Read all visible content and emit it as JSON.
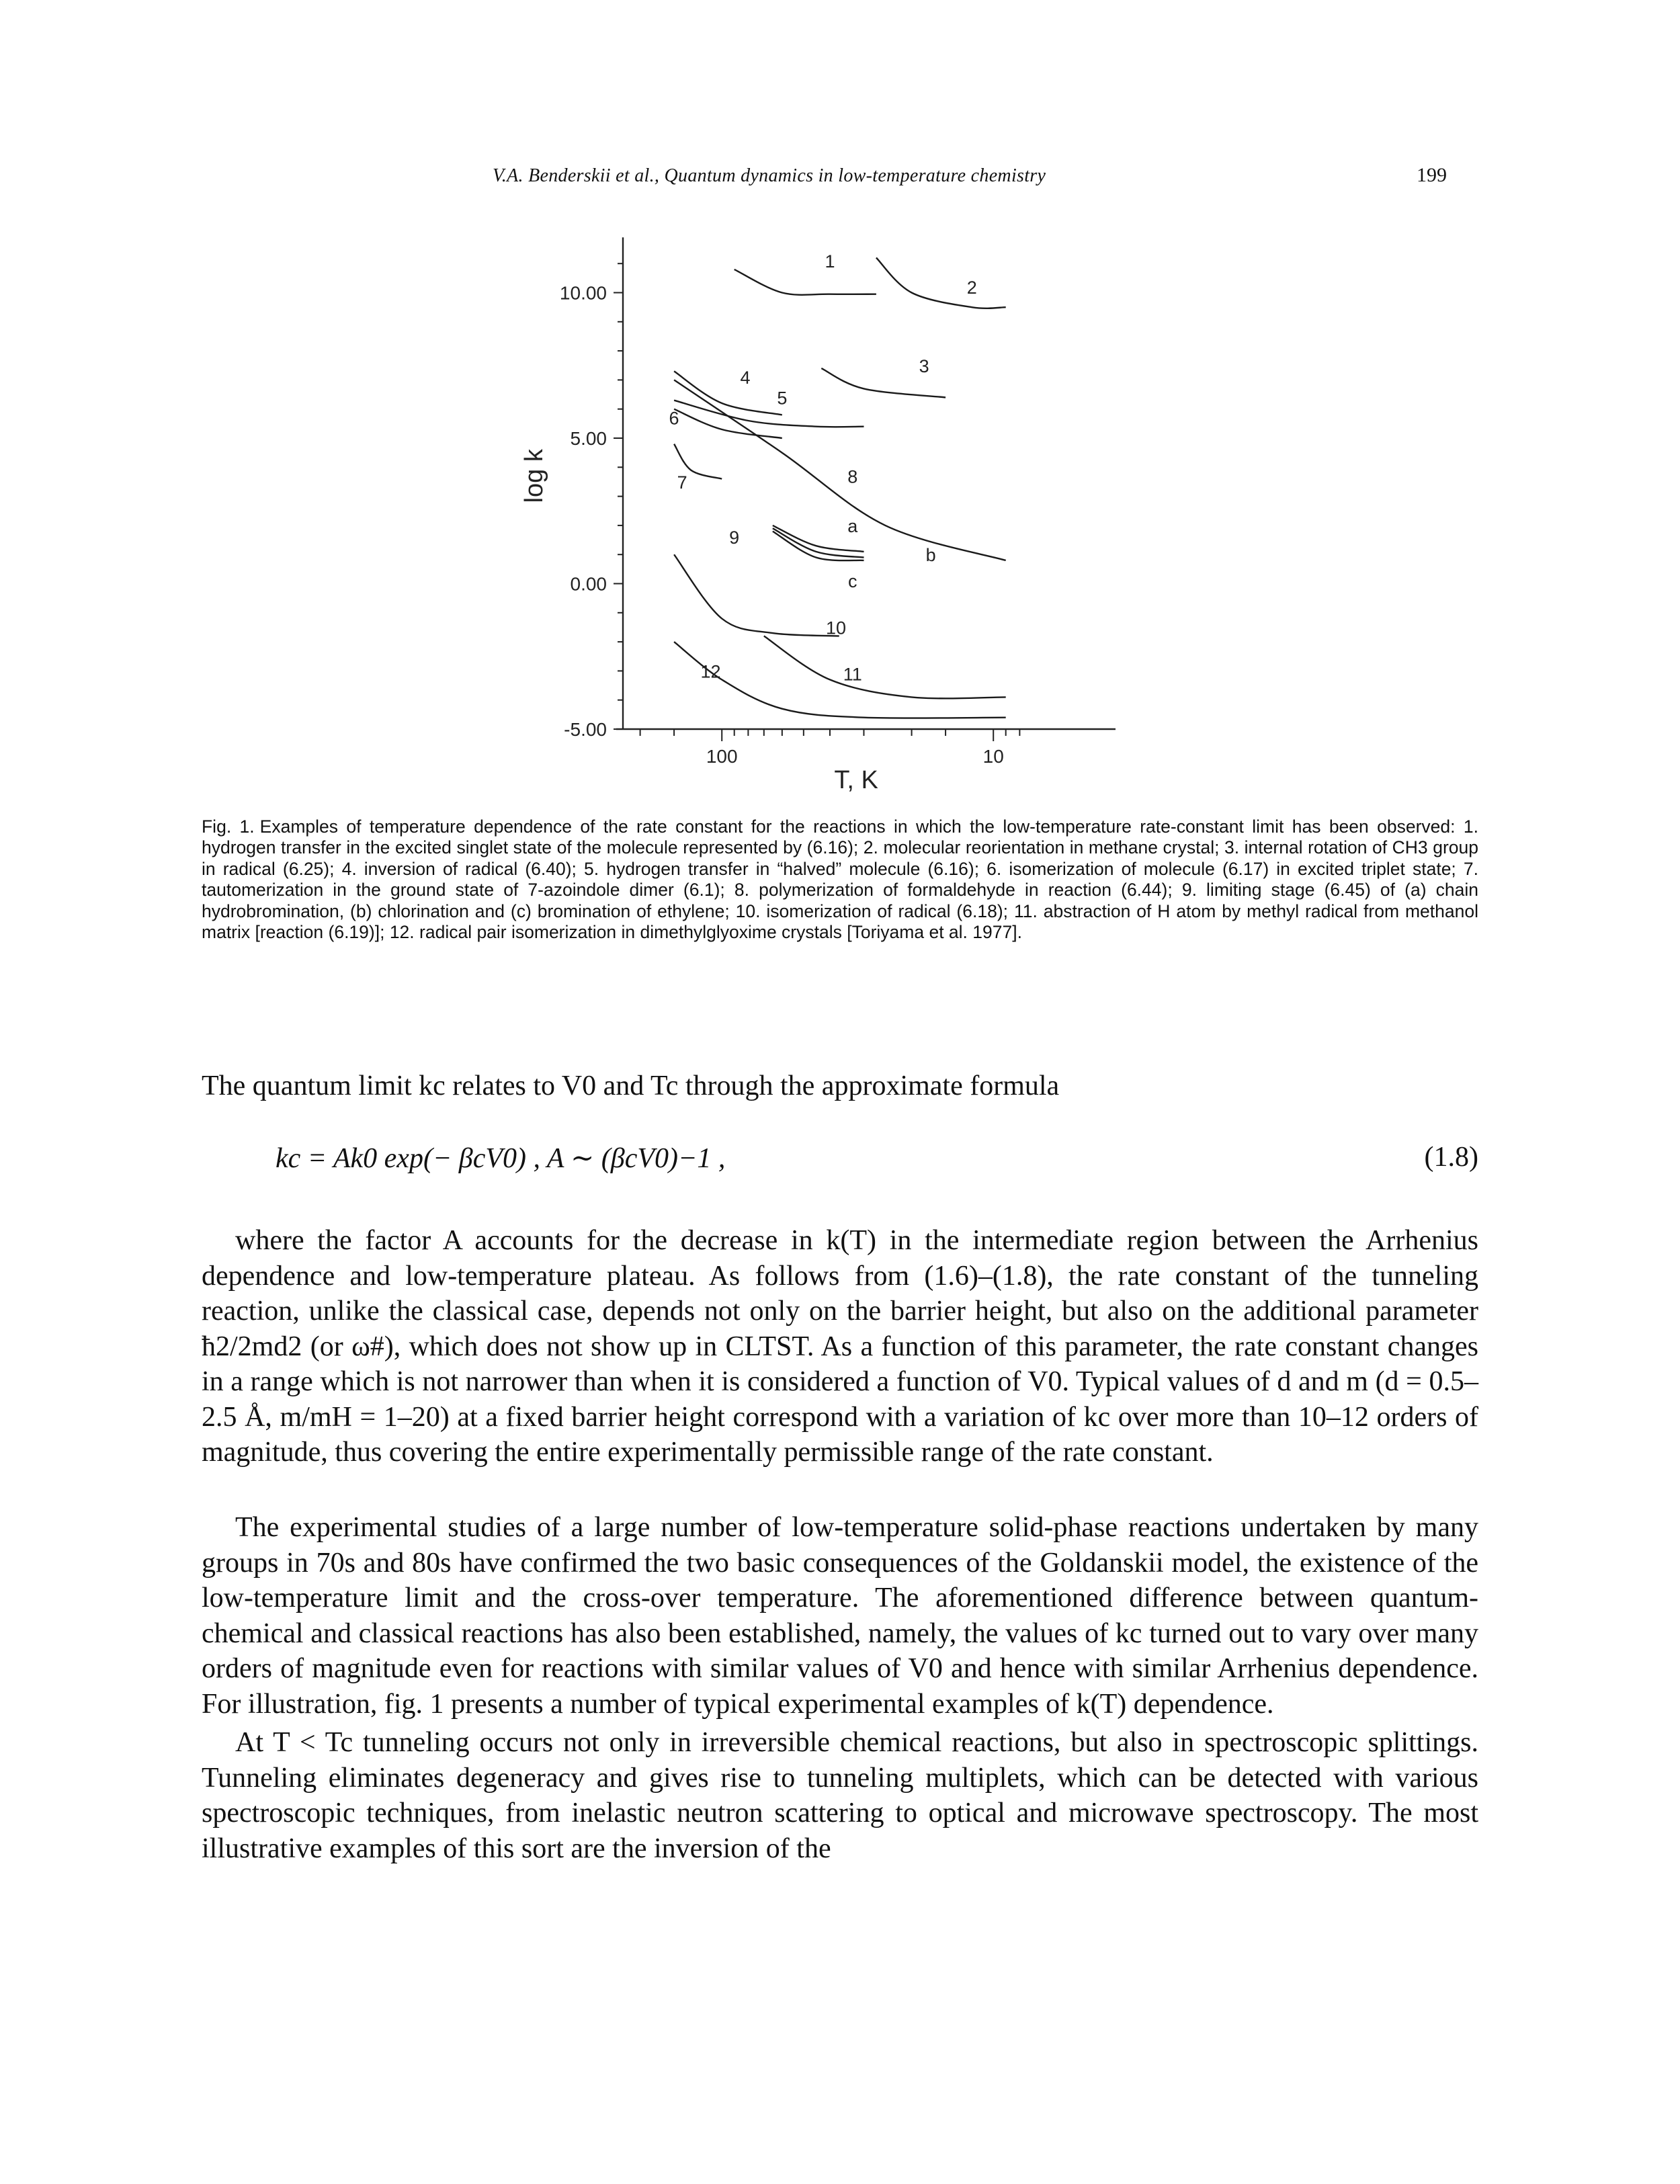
{
  "header": {
    "running_head": "V.A. Benderskii et al., Quantum dynamics in low-temperature chemistry",
    "page_number": "199"
  },
  "figure": {
    "chart_data": {
      "type": "line",
      "title": "",
      "xlabel": "T, K",
      "ylabel": "log k",
      "x_ticks": [
        "100",
        "10"
      ],
      "y_ticks": [
        "10.00",
        "5.00",
        "0.00",
        "-5.00"
      ],
      "ylim": [
        -5,
        12
      ],
      "grid": false,
      "series": [
        {
          "name": "1",
          "values": [
            {
              "x": 90,
              "y": 10.8
            },
            {
              "x": 60,
              "y": 10.0
            },
            {
              "x": 40,
              "y": 9.95
            },
            {
              "x": 27,
              "y": 9.95
            }
          ]
        },
        {
          "name": "2",
          "values": [
            {
              "x": 27,
              "y": 11.2
            },
            {
              "x": 20,
              "y": 10.0
            },
            {
              "x": 12,
              "y": 9.5
            },
            {
              "x": 9,
              "y": 9.5
            }
          ]
        },
        {
          "name": "3",
          "values": [
            {
              "x": 43,
              "y": 7.4
            },
            {
              "x": 30,
              "y": 6.7
            },
            {
              "x": 15,
              "y": 6.4
            }
          ]
        },
        {
          "name": "4",
          "values": [
            {
              "x": 150,
              "y": 7.3
            },
            {
              "x": 100,
              "y": 6.2
            },
            {
              "x": 60,
              "y": 5.8
            }
          ]
        },
        {
          "name": "5",
          "values": [
            {
              "x": 150,
              "y": 6.3
            },
            {
              "x": 80,
              "y": 5.6
            },
            {
              "x": 45,
              "y": 5.4
            },
            {
              "x": 30,
              "y": 5.4
            }
          ]
        },
        {
          "name": "6",
          "values": [
            {
              "x": 150,
              "y": 6.0
            },
            {
              "x": 100,
              "y": 5.3
            },
            {
              "x": 60,
              "y": 5.0
            }
          ]
        },
        {
          "name": "7",
          "values": [
            {
              "x": 150,
              "y": 4.8
            },
            {
              "x": 130,
              "y": 3.9
            },
            {
              "x": 100,
              "y": 3.6
            }
          ]
        },
        {
          "name": "8",
          "values": [
            {
              "x": 150,
              "y": 7.0
            },
            {
              "x": 60,
              "y": 4.5
            },
            {
              "x": 25,
              "y": 2.0
            },
            {
              "x": 9,
              "y": 0.8
            }
          ]
        },
        {
          "name": "9a",
          "values": [
            {
              "x": 65,
              "y": 2.0
            },
            {
              "x": 45,
              "y": 1.3
            },
            {
              "x": 30,
              "y": 1.1
            }
          ]
        },
        {
          "name": "9b",
          "values": [
            {
              "x": 65,
              "y": 1.9
            },
            {
              "x": 45,
              "y": 1.1
            },
            {
              "x": 30,
              "y": 0.9
            }
          ]
        },
        {
          "name": "9c",
          "values": [
            {
              "x": 65,
              "y": 1.8
            },
            {
              "x": 45,
              "y": 0.9
            },
            {
              "x": 30,
              "y": 0.8
            }
          ]
        },
        {
          "name": "10",
          "values": [
            {
              "x": 150,
              "y": 1.0
            },
            {
              "x": 100,
              "y": -1.2
            },
            {
              "x": 65,
              "y": -1.7
            },
            {
              "x": 37,
              "y": -1.8
            }
          ]
        },
        {
          "name": "11",
          "values": [
            {
              "x": 70,
              "y": -1.8
            },
            {
              "x": 40,
              "y": -3.3
            },
            {
              "x": 20,
              "y": -3.9
            },
            {
              "x": 9,
              "y": -3.9
            }
          ]
        },
        {
          "name": "12",
          "values": [
            {
              "x": 150,
              "y": -2.0
            },
            {
              "x": 100,
              "y": -3.3
            },
            {
              "x": 60,
              "y": -4.3
            },
            {
              "x": 30,
              "y": -4.6
            },
            {
              "x": 9,
              "y": -4.6
            }
          ]
        }
      ],
      "curve_labels": [
        "1",
        "2",
        "3",
        "4",
        "5",
        "6",
        "7",
        "8",
        "9",
        "10",
        "11",
        "12",
        "a",
        "b",
        "c"
      ]
    },
    "caption_lead": "Fig. 1.",
    "caption": "Examples of temperature dependence of the rate constant for the reactions in which the low-temperature rate-constant limit has been observed: 1. hydrogen transfer in the excited singlet state of the molecule represented by (6.16); 2. molecular reorientation in methane crystal; 3. internal rotation of CH3 group in radical (6.25); 4. inversion of radical (6.40); 5. hydrogen transfer in “halved” molecule (6.16); 6. isomerization of molecule (6.17) in excited triplet state; 7. tautomerization in the ground state of 7-azoindole dimer (6.1); 8. polymerization of formaldehyde in reaction (6.44); 9. limiting stage (6.45) of (a) chain hydrobromination, (b) chlorination and (c) bromination of ethylene; 10. isomerization of radical (6.18); 11. abstraction of H atom by methyl radical from methanol matrix [reaction (6.19)]; 12. radical pair isomerization in dimethylglyoxime crystals [Toriyama et al. 1977]."
  },
  "body": {
    "p1": "The quantum limit kc relates to V0 and Tc through the approximate formula",
    "equation": "kc = Ak0 exp(− βcV0) ,   A ∼ (βcV0)−1 ,",
    "equation_number": "(1.8)",
    "p2": "where the factor A accounts for the decrease in k(T) in the intermediate region between the Arrhenius dependence and low-temperature plateau. As follows from (1.6)–(1.8), the rate constant of the tunneling reaction, unlike the classical case, depends not only on the barrier height, but also on the additional parameter ħ2/2md2 (or ω#), which does not show up in CLTST. As a function of this parameter, the rate constant changes in a range which is not narrower than when it is considered a function of V0. Typical values of d and m (d = 0.5–2.5 Å, m/mH = 1–20) at a fixed barrier height correspond with a variation of kc over more than 10–12 orders of magnitude, thus covering the entire experimentally permissible range of the rate constant.",
    "p3": "The experimental studies of a large number of low-temperature solid-phase reactions undertaken by many groups in 70s and 80s have confirmed the two basic consequences of the Goldanskii model, the existence of the low-temperature limit and the cross-over temperature. The aforementioned difference between quantum-chemical and classical reactions has also been established, namely, the values of kc turned out to vary over many orders of magnitude even for reactions with similar values of V0 and hence with similar Arrhenius dependence. For illustration, fig. 1 presents a number of typical experimental examples of k(T) dependence.",
    "p4": "At T < Tc tunneling occurs not only in irreversible chemical reactions, but also in spectroscopic splittings. Tunneling eliminates degeneracy and gives rise to tunneling multiplets, which can be detected with various spectroscopic techniques, from inelastic neutron scattering to optical and microwave spectroscopy. The most illustrative examples of this sort are the inversion of the"
  }
}
